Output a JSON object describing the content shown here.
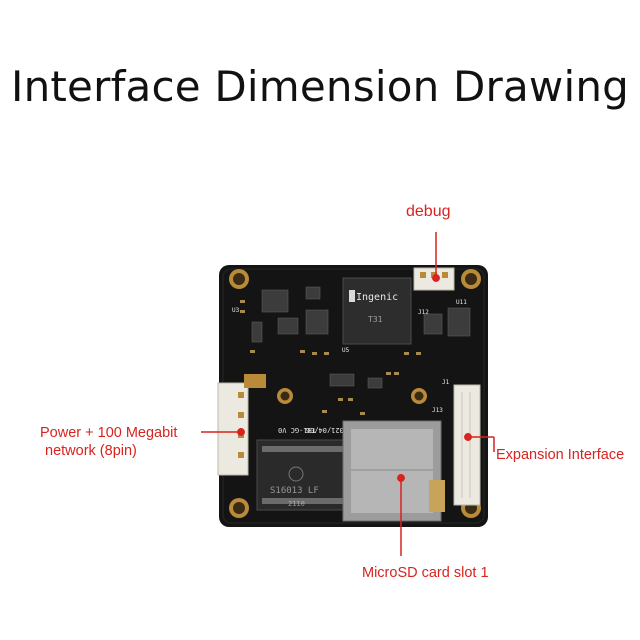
{
  "title": "Interface Dimension Drawing",
  "labels": {
    "debug": "debug",
    "power_line1": "Power + 100 Megabit",
    "power_line2": "network (8pin)",
    "expansion": "Expansion Interface",
    "microsd": "MicroSD card slot 1"
  },
  "board_markings": {
    "chip_brand": "Ingenic",
    "chip_model": "T31",
    "board_id": "T31-GC V0",
    "board_date": "2021/04/06",
    "transformer_line1": "S16013 LF",
    "transformer_line2": "2110",
    "ref_j12": "J12",
    "ref_j13": "J13",
    "ref_u5": "U5",
    "ref_u11": "U11",
    "ref_u3": "U3",
    "ref_j1": "J1"
  },
  "colors": {
    "callout": "#d8231f",
    "board": "#141414",
    "pad_gold": "#b88a3a",
    "connector": "#ece9e1"
  }
}
